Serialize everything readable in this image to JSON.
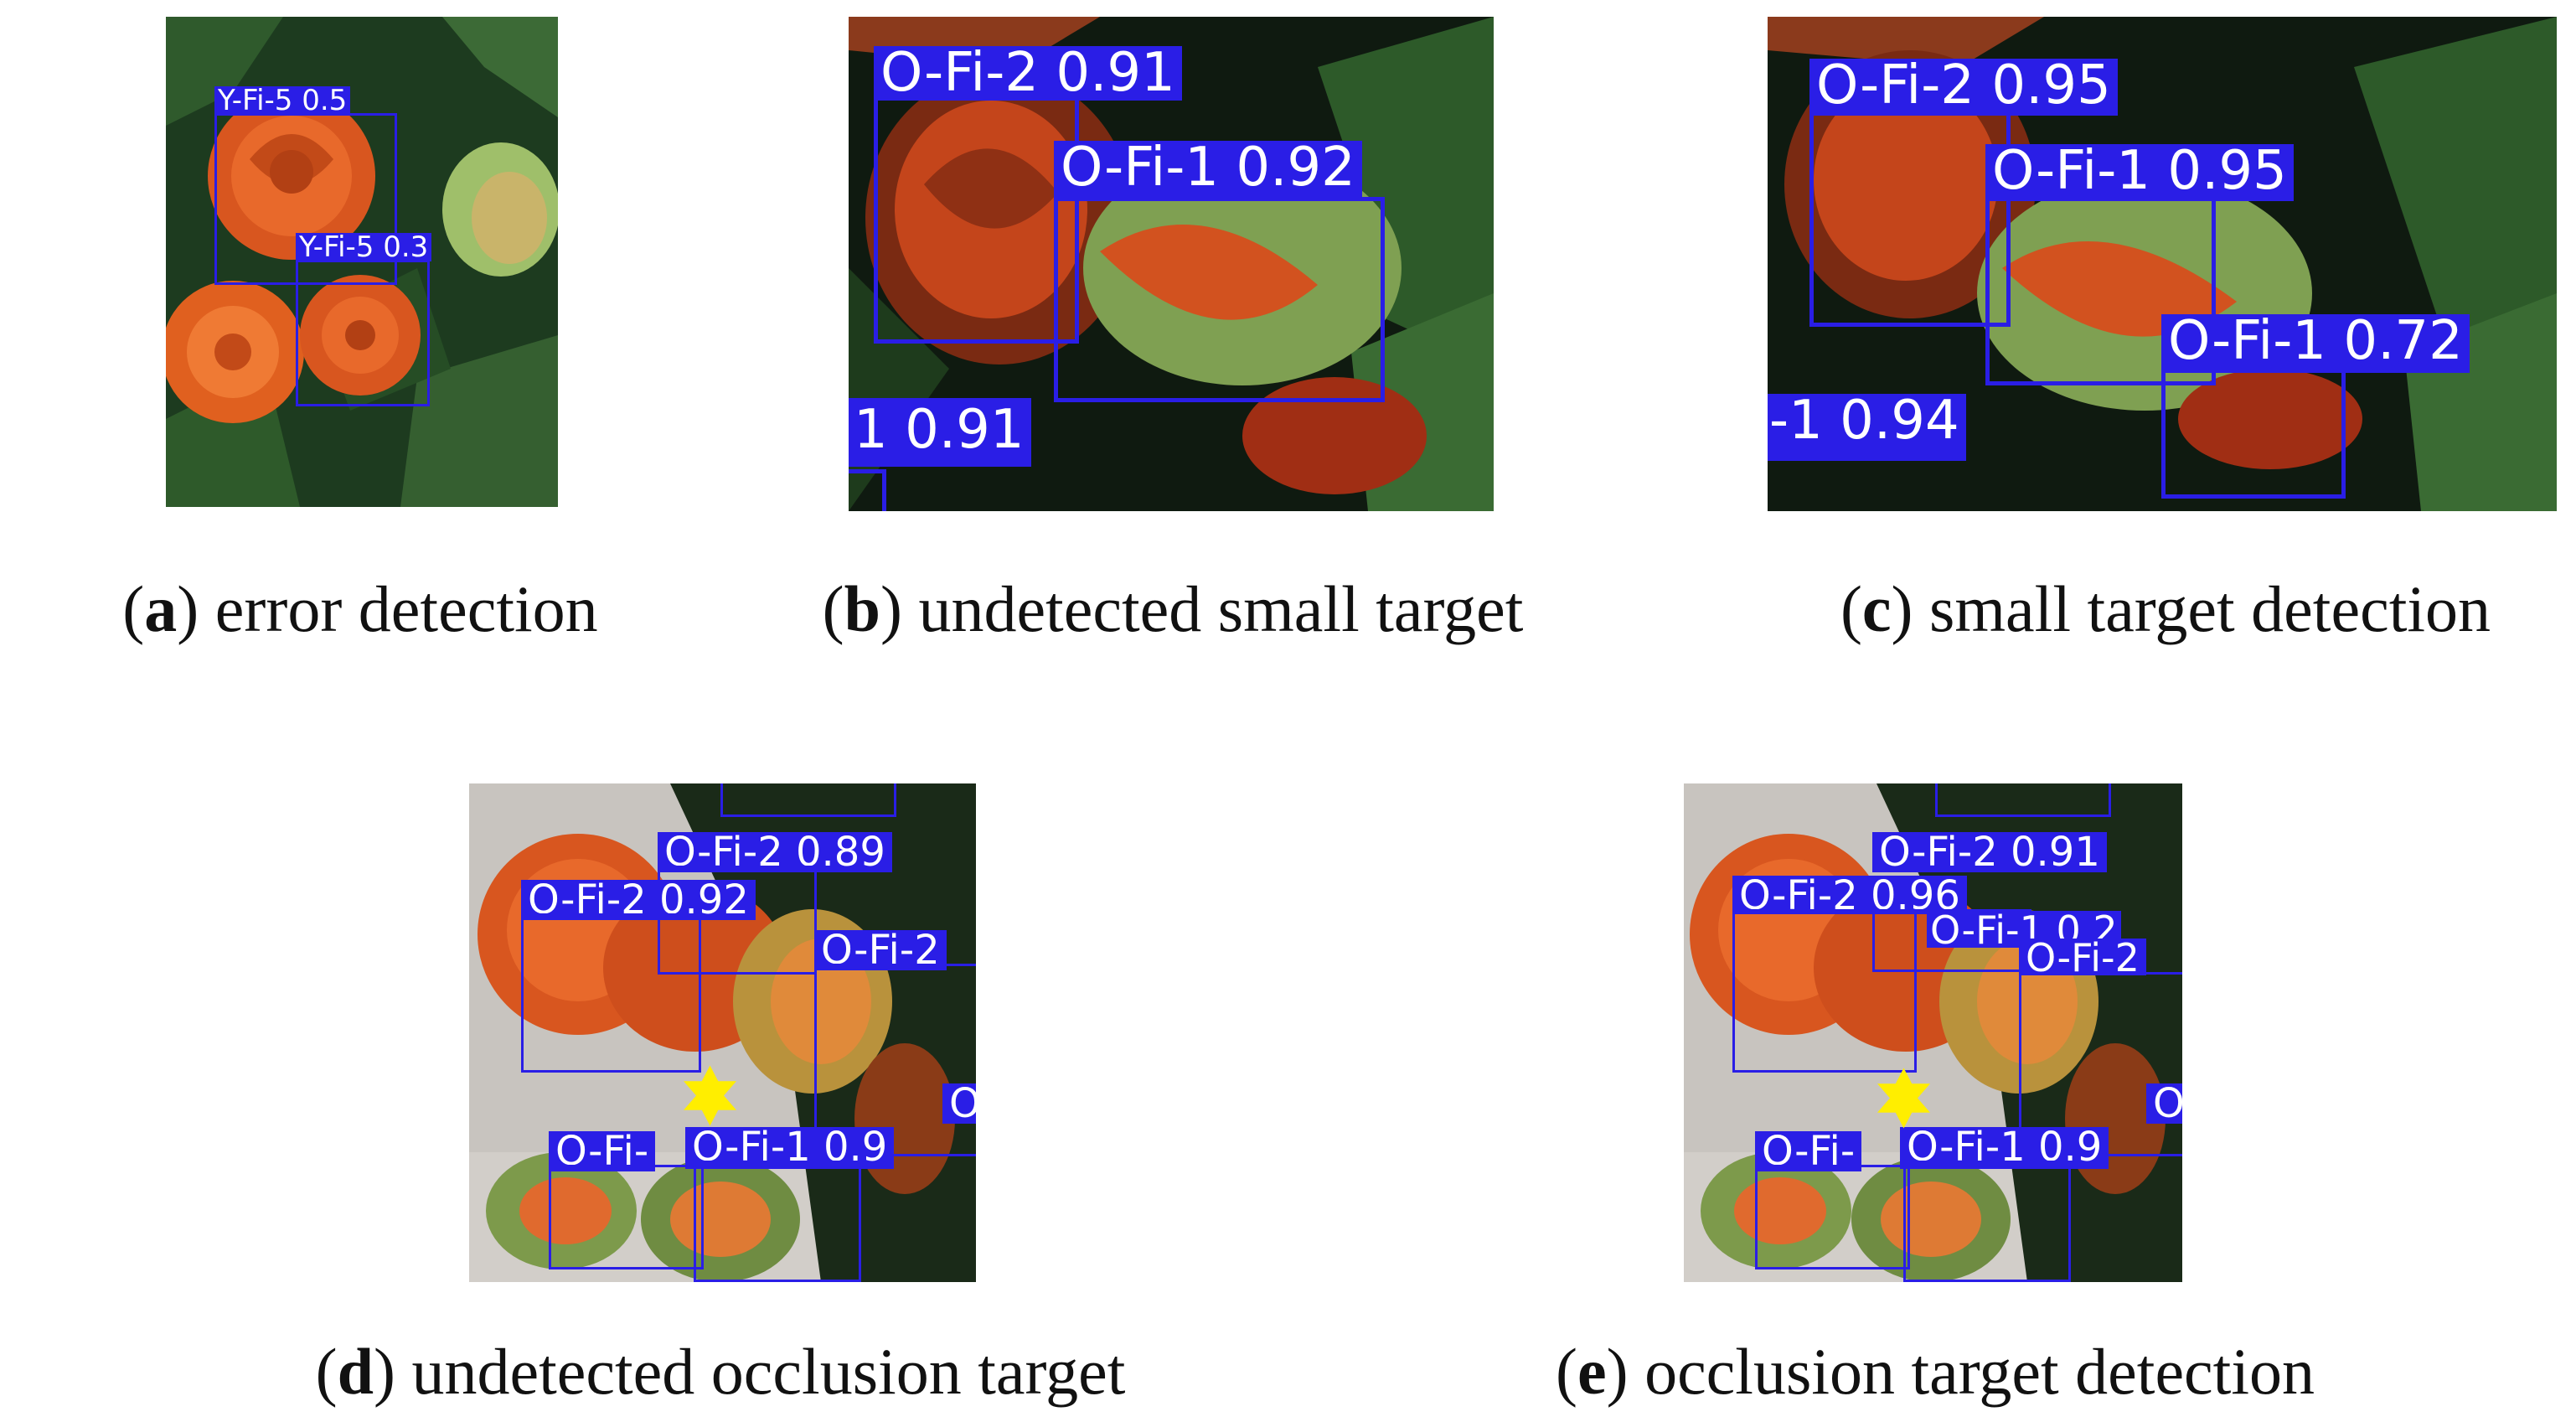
{
  "panels": {
    "a": {
      "letter": "a",
      "caption": "error detection",
      "detections": [
        {
          "label": "Y-Fi-5 0.5"
        },
        {
          "label": "Y-Fi-5 0.3"
        }
      ]
    },
    "b": {
      "letter": "b",
      "caption": "undetected small target",
      "detections": [
        {
          "label": "O-Fi-2 0.91"
        },
        {
          "label": "O-Fi-1 0.92"
        },
        {
          "label": "1 0.91"
        }
      ]
    },
    "c": {
      "letter": "c",
      "caption": "small target detection",
      "detections": [
        {
          "label": "O-Fi-2 0.95"
        },
        {
          "label": "O-Fi-1 0.95"
        },
        {
          "label": "O-Fi-1 0.72"
        },
        {
          "label": "-1 0.94"
        }
      ]
    },
    "d": {
      "letter": "d",
      "caption": "undetected occlusion target",
      "detections": [
        {
          "label": "O-Fi-2 0.89"
        },
        {
          "label": "O-Fi-2 0.92"
        },
        {
          "label": "O-Fi-2"
        },
        {
          "label": "O"
        },
        {
          "label": "O-Fi-"
        },
        {
          "label": "O-Fi-1 0.9"
        }
      ]
    },
    "e": {
      "letter": "e",
      "caption": "occlusion target detection",
      "detections": [
        {
          "label": "O-Fi-2 0.91"
        },
        {
          "label": "O-Fi-2 0.96"
        },
        {
          "label": "O-Fi-1 0.2"
        },
        {
          "label": "O-Fi-2"
        },
        {
          "label": "O"
        },
        {
          "label": "O-Fi-"
        },
        {
          "label": "O-Fi-1 0.9"
        }
      ]
    }
  },
  "colors": {
    "box": "#2a1ee6",
    "star": "#ffee00",
    "rose": "#e8622a",
    "leaf": "#1f4a22"
  }
}
